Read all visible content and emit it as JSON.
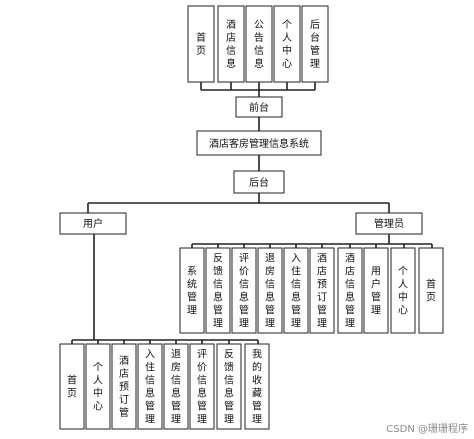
{
  "front_pages": [
    "首页",
    "酒店信息",
    "公告信息",
    "个人中心",
    "后台管理"
  ],
  "front_node": "前台",
  "system_node": "酒店客房管理信息系统",
  "back_node": "后台",
  "user_node": "用户",
  "admin_node": "管理员",
  "admin_modules": [
    "系统管理",
    "反馈信息管理",
    "评价信息管理",
    "退房信息管理",
    "入住信息管理",
    "酒店预订管理",
    "酒店信息管理",
    "用户管理",
    "个人中心",
    "首页"
  ],
  "user_modules": [
    "首页",
    "个人中心",
    "酒店预订管",
    "入住信息管理",
    "退房信息管理",
    "评价信息管理",
    "反馈信息管理",
    "我的收藏管理"
  ],
  "watermark": "CSDN @珊珊程序"
}
